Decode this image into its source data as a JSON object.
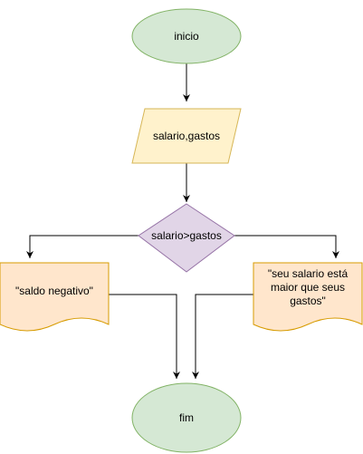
{
  "nodes": {
    "start": {
      "label": "inicio",
      "fill": "#d5e8d4",
      "stroke": "#82b366"
    },
    "input": {
      "label": "salario,gastos",
      "fill": "#fff2cc",
      "stroke": "#d6b656"
    },
    "decision": {
      "label": "salario>gastos",
      "fill": "#e1d5e7",
      "stroke": "#9673a6"
    },
    "doc_left": {
      "label": "\"saldo negativo\"",
      "fill": "#ffe6cc",
      "stroke": "#d79b00"
    },
    "doc_right": {
      "lines": [
        "\"seu salario está",
        "maior que seus",
        "gastos\""
      ],
      "fill": "#ffe6cc",
      "stroke": "#d79b00"
    },
    "end": {
      "label": "fim",
      "fill": "#d5e8d4",
      "stroke": "#82b366"
    }
  }
}
